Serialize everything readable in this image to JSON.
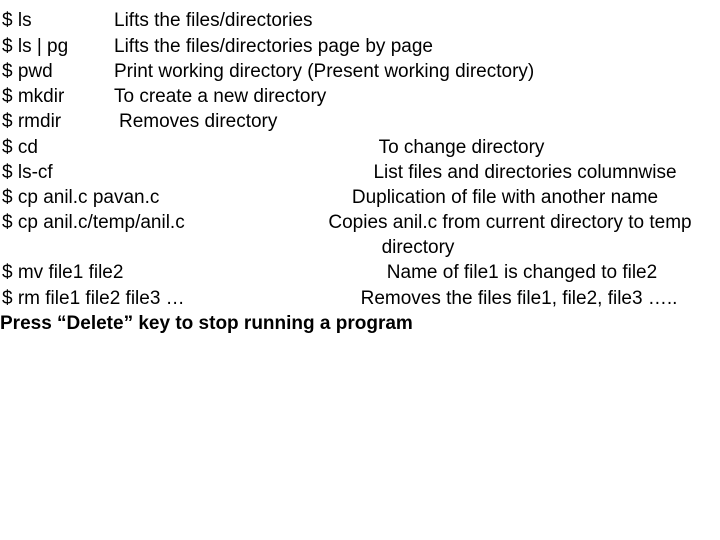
{
  "rows": [
    {
      "cmd": "$ ls",
      "desc": "Lifts the files/directories"
    },
    {
      "cmd": "$ ls | pg",
      "desc": "Lifts the files/directories page by page"
    },
    {
      "cmd": "$ pwd",
      "desc": "Print working directory (Present working directory)"
    },
    {
      "cmd": "$ mkdir",
      "desc": "To create a new directory"
    },
    {
      "cmd": "$ rmdir",
      "desc": "Removes directory"
    },
    {
      "cmd": "$ cd",
      "desc": "To change directory"
    },
    {
      "cmd": "$ ls-cf",
      "desc": "List files and directories columnwise"
    },
    {
      "cmd": "$ cp anil.c pavan.c",
      "desc": "Duplication of file with another name"
    },
    {
      "cmd": "$ cp anil.c/temp/anil.c",
      "desc": "Copies anil.c from current directory to temp",
      "desc_cont": "directory"
    },
    {
      "cmd": "$ mv file1 file2",
      "desc": "Name of file1 is changed to file2"
    },
    {
      "cmd": "$ rm file1 file2 file3 …",
      "desc": "Removes the files file1, file2, file3 ….."
    }
  ],
  "footer_note": "Press “Delete” key to stop running a program"
}
